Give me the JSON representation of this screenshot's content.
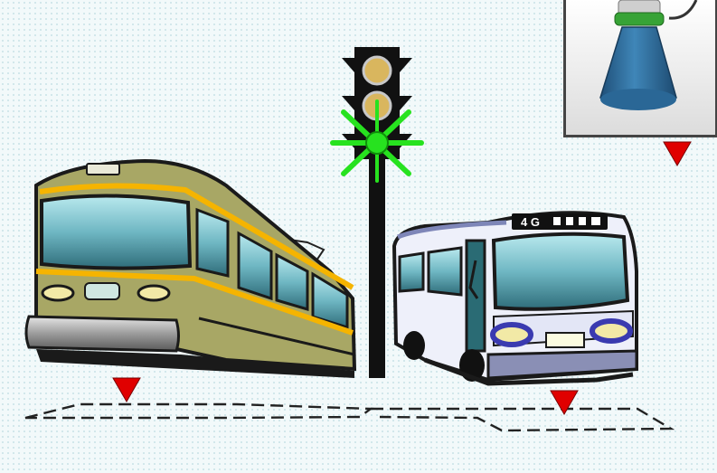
{
  "colors": {
    "background": "#f2f9fa",
    "tram_body": "#a8a765",
    "tram_stripe": "#f5b400",
    "bus_body": "#eef0fa",
    "bus_lights": "#3a3ab0",
    "signal_green": "#27e21f",
    "signal_amber": "#d9b65e",
    "marker_red": "#e00000",
    "sensor_blue": "#2f6fa0"
  },
  "traffic_light": {
    "active_lamp": "green",
    "lamps": [
      "amber",
      "amber",
      "green"
    ]
  },
  "markers": [
    "tram-detection-marker",
    "bus-detection-marker",
    "sensor-marker"
  ],
  "bus": {
    "destination_text": "4 G"
  },
  "inset": {
    "icon": "detector-sensor-photo"
  }
}
